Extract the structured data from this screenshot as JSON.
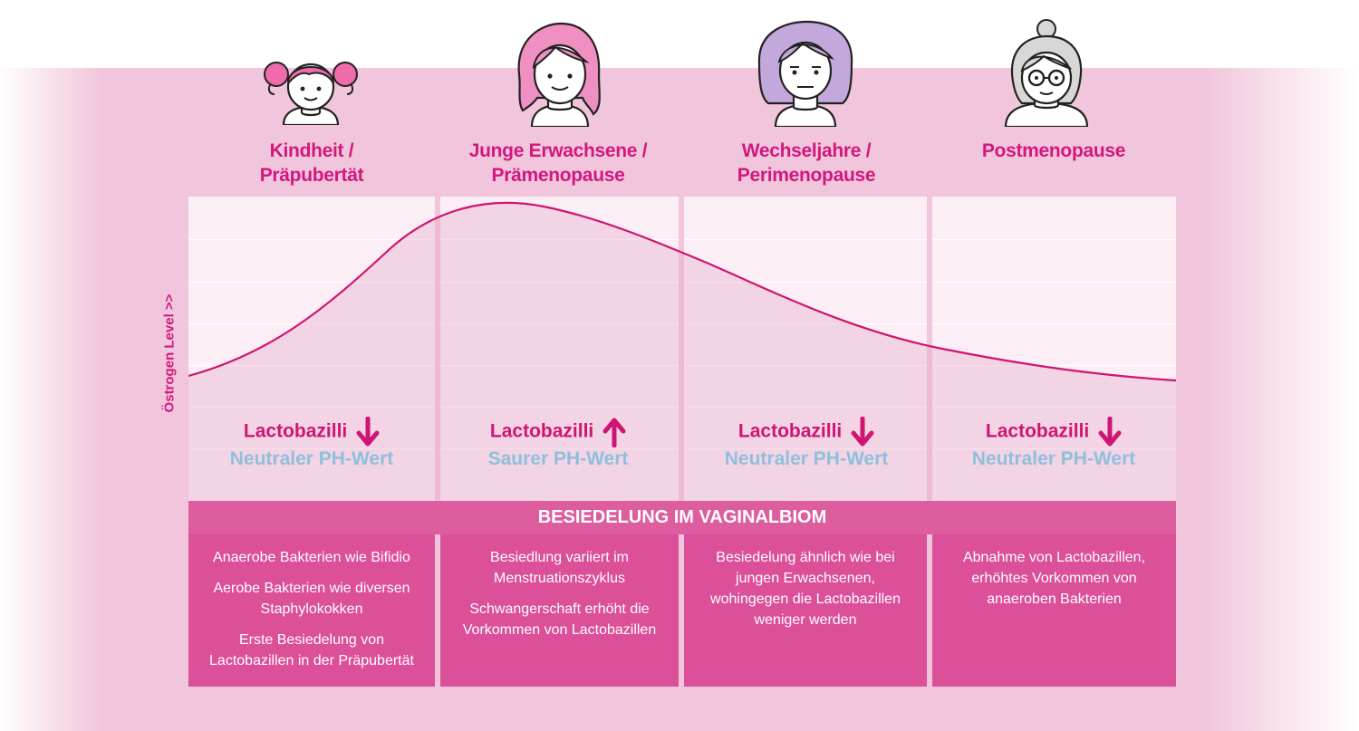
{
  "y_axis_label": "Östrogen Level >>",
  "stages": [
    {
      "title_line1": "Kindheit /",
      "title_line2": "Präpubertät",
      "avatar": "girl-pigtails-avatar",
      "lacto_label": "Lactobazilli",
      "lacto_trend": "down",
      "ph_label": "Neutraler PH-Wert",
      "details": [
        "Anaerobe Bakterien wie Bifidio",
        "Aerobe Bakterien wie diversen Staphylokokken",
        "Erste Besiedelung von Lactobazillen in der Präpubertät"
      ]
    },
    {
      "title_line1": "Junge Erwachsene /",
      "title_line2": "Prämenopause",
      "avatar": "young-woman-avatar",
      "lacto_label": "Lactobazilli",
      "lacto_trend": "up",
      "ph_label": "Saurer PH-Wert",
      "details": [
        "Besiedlung variiert im Menstruationszyklus",
        "Schwangerschaft erhöht die Vorkommen von Lactobazillen"
      ]
    },
    {
      "title_line1": "Wechseljahre /",
      "title_line2": "Perimenopause",
      "avatar": "middle-aged-woman-avatar",
      "lacto_label": "Lactobazilli",
      "lacto_trend": "down",
      "ph_label": "Neutraler PH-Wert",
      "details": [
        "Besiedelung ähnlich wie bei jungen Erwachsenen, wohingegen die Lactobazillen weniger werden"
      ]
    },
    {
      "title_line1": "Postmenopause",
      "title_line2": "",
      "avatar": "elderly-woman-avatar",
      "lacto_label": "Lactobazilli",
      "lacto_trend": "down",
      "ph_label": "Neutraler PH-Wert",
      "details": [
        "Abnahme von Lactobazillen, erhöhtes Vorkommen von anaeroben Bakterien"
      ]
    }
  ],
  "section_header": "BESIEDELUNG IM VAGINALBIOM",
  "colors": {
    "magenta": "#d3177e",
    "ph_blue": "#8fbfdc",
    "detail_box": "#dc4f99",
    "header_bar": "#dd5d9e",
    "band": "#f1c6dc"
  }
}
